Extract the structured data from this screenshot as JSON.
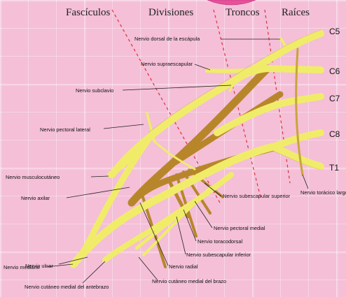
{
  "headers": {
    "fasciculos": "Fascículos",
    "divisiones": "Divisiones",
    "troncos": "Troncos",
    "raices": "Raíces"
  },
  "roots": [
    "C5",
    "C6",
    "C7",
    "C8",
    "T1"
  ],
  "labels": {
    "dorsal_escapula": "Nervio dorsal de la escápula",
    "supraescapular": "Nervio supraescapular",
    "subclavio": "Nervio subclavio",
    "pectoral_lateral": "Nervio pectoral lateral",
    "musculocutaneo": "Nervio musculocutáneo",
    "axilar": "Nervio axilar",
    "toracico_largo": "Nervio torácico largo",
    "subescapular_superior": "Nervio subescapular superior",
    "pectoral_medial": "Nervio pectoral medial",
    "toracodorsal": "Nervio toracodorsal",
    "subescapular_inferior": "Nervio subescapular inferior",
    "radial": "Nervio radial",
    "mediano": "Nervio mediano",
    "ulnar": "Nervio ulnar",
    "cutaneo_medial_antebrazo": "Nervio cutáneo medial del antebrazo",
    "cutaneo_medial_brazo": "Nervio cutáneo medial del brazo"
  },
  "colors": {
    "nerve_fill": "#f0ec6a",
    "nerve_outline": "#c9b93a",
    "posterior_cord": "#b8862a",
    "divider_line": "#e0303a",
    "background": "#f4bfd7",
    "ribbon": "#e9509a"
  }
}
